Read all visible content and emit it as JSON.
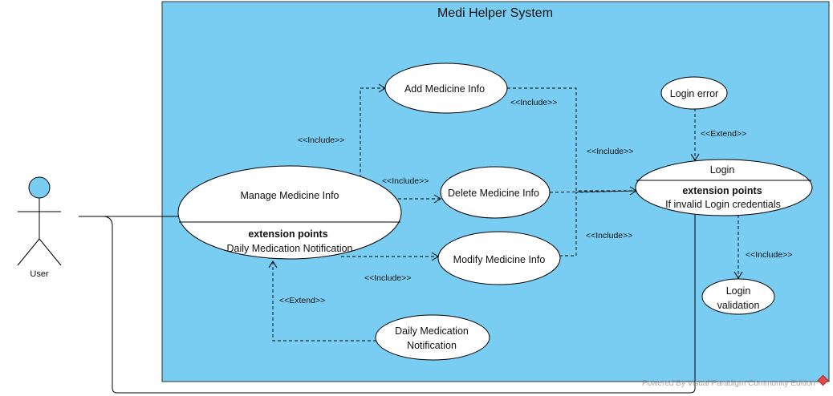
{
  "system": {
    "title": "Medi Helper System"
  },
  "actor": {
    "name": "User"
  },
  "use_cases": {
    "add": "Add Medicine Info",
    "delete": "Delete Medicine Info",
    "modify": "Modify Medicine Info",
    "manage": "Manage Medicine Info",
    "manage_ep_title": "extension points",
    "manage_ep_item": "Daily Medication Notification",
    "notify_line1": "Daily Medication",
    "notify_line2": "Notification",
    "login": "Login",
    "login_ep_title": "extension points",
    "login_ep_item": "If invalid Login credentials",
    "login_error": "Login error",
    "login_validation_line1": "Login",
    "login_validation_line2": "validation"
  },
  "relations": {
    "manage_add": "<<Include>>",
    "manage_delete": "<<Include>>",
    "manage_modify": "<<Include>>",
    "add_login": "<<Include>>",
    "delete_login": "<<Include>>",
    "modify_login": "<<Include>>",
    "error_login": "<<Extend>>",
    "login_validation": "<<Include>>",
    "notify_manage": "<<Extend>>"
  },
  "footer": {
    "watermark": "Powered By Visual Paradigm Community Edition"
  },
  "colors": {
    "system_fill": "#7acdf2",
    "actor_head": "#7acdf2"
  }
}
